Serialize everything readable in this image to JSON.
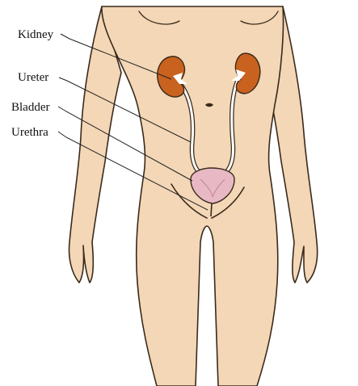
{
  "labels": {
    "kidney": "Kidney",
    "ureter": "Ureter",
    "bladder": "Bladder",
    "urethra": "Urethra"
  },
  "colors": {
    "skin": "#f3d7b6",
    "outline": "#3a2a1c",
    "kidney": "#c9621f",
    "kidney_pelvis": "#ffffff",
    "bladder": "#e8b9c4",
    "ureter_fill": "#ffffff",
    "leader": "#222222"
  }
}
